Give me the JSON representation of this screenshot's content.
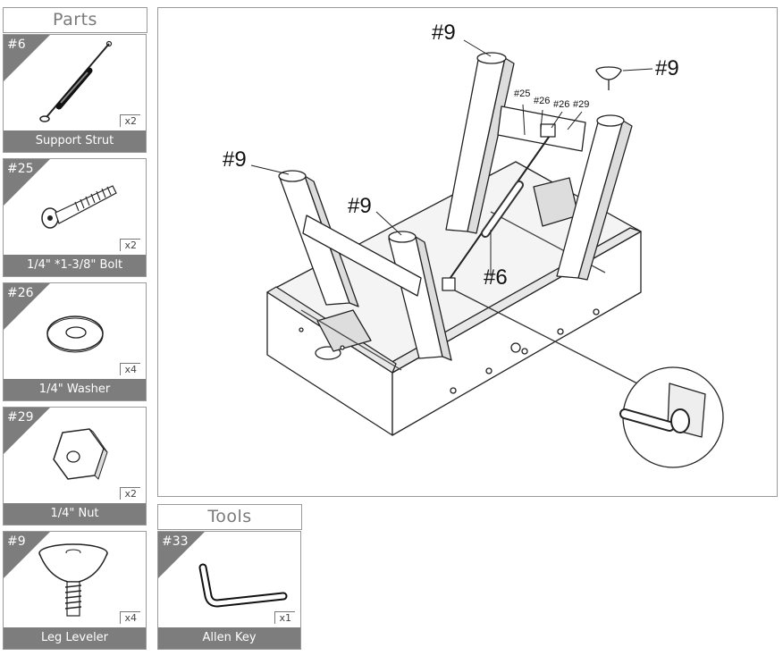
{
  "parts_title": "Parts",
  "tools_title": "Tools",
  "parts": [
    {
      "num": "#6",
      "label": "Support Strut",
      "qty": "x2",
      "icon": "support-strut-icon"
    },
    {
      "num": "#25",
      "label": "1/4\" *1-3/8\" Bolt",
      "qty": "x2",
      "icon": "bolt-icon"
    },
    {
      "num": "#26",
      "label": "1/4\" Washer",
      "qty": "x4",
      "icon": "washer-icon"
    },
    {
      "num": "#29",
      "label": "1/4\" Nut",
      "qty": "x2",
      "icon": "nut-icon"
    },
    {
      "num": "#9",
      "label": "Leg Leveler",
      "qty": "x4",
      "icon": "leg-leveler-icon"
    }
  ],
  "tools": [
    {
      "num": "#33",
      "label": "Allen Key",
      "qty": "x1",
      "icon": "allen-key-icon"
    }
  ],
  "diagram": {
    "callouts": {
      "leg_top": "#9",
      "leveler": "#9",
      "leg_left": "#9",
      "leg_mid": "#9",
      "strut": "#6",
      "bolt": "#25",
      "washer1": "#26",
      "washer2": "#26",
      "nut": "#29"
    }
  }
}
